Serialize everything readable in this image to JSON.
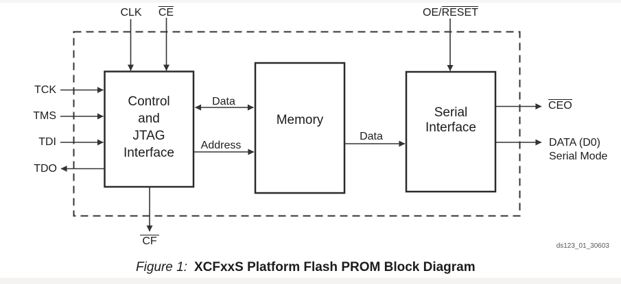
{
  "figure": {
    "label": "Figure 1:",
    "title": "XCFxxS Platform Flash PROM Block Diagram",
    "ref_code": "ds123_01_30603"
  },
  "blocks": {
    "control": "Control\nand\nJTAG\nInterface",
    "memory": "Memory",
    "serial": "Serial\nInterface"
  },
  "pins": {
    "clk": "CLK",
    "ce": "CE",
    "oe_prefix": "OE/",
    "oe_reset": "RESET",
    "tck": "TCK",
    "tms": "TMS",
    "tdi": "TDI",
    "tdo": "TDO",
    "cf": "CF",
    "ceo": "CEO",
    "data_d0": "DATA (D0)",
    "serial_mode": "Serial Mode"
  },
  "buses": {
    "control_memory_data": "Data",
    "control_memory_address": "Address",
    "memory_serial_data": "Data"
  },
  "colors": {
    "line": "#333333",
    "box_border": "#2a2a2a",
    "text": "#1c1c1c",
    "note": "#565656"
  }
}
